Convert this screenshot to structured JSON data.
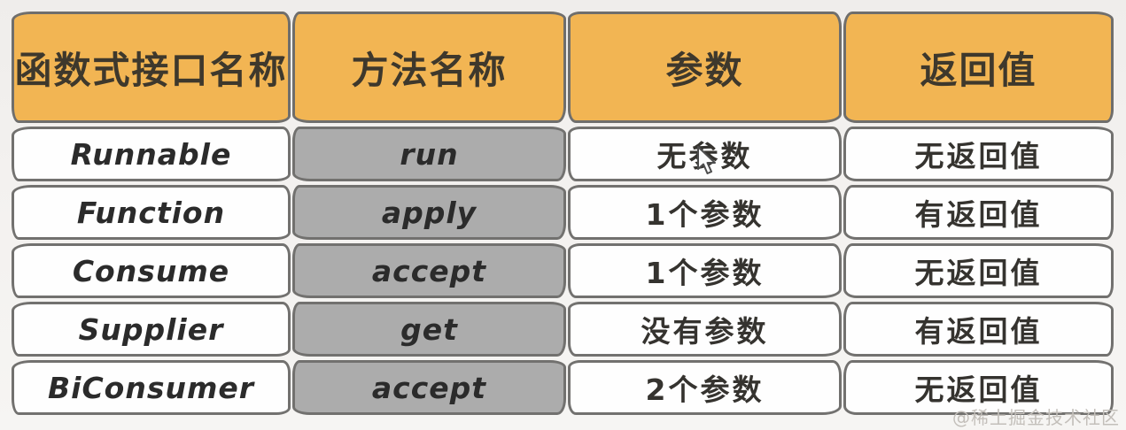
{
  "table": {
    "columns": [
      "函数式接口名称",
      "方法名称",
      "参数",
      "返回值"
    ],
    "rows": [
      {
        "interface": "Runnable",
        "method": "run",
        "params": "无参数",
        "returns": "无返回值"
      },
      {
        "interface": "Function",
        "method": "apply",
        "params": "1个参数",
        "returns": "有返回值"
      },
      {
        "interface": "Consume",
        "method": "accept",
        "params": "1个参数",
        "returns": "无返回值"
      },
      {
        "interface": "Supplier",
        "method": "get",
        "params": "没有参数",
        "returns": "有返回值"
      },
      {
        "interface": "BiConsumer",
        "method": "accept",
        "params": "2个参数",
        "returns": "无返回值"
      }
    ],
    "colors": {
      "header_bg": "#f2b553",
      "method_column_bg": "#acacac",
      "row_bg": "#fefefe",
      "border": "#72716f",
      "page_bg": "#f3f1ef"
    }
  },
  "pointer": {
    "icon": "arrow-cursor"
  },
  "watermark": {
    "text": "@稀土掘金技术社区"
  }
}
